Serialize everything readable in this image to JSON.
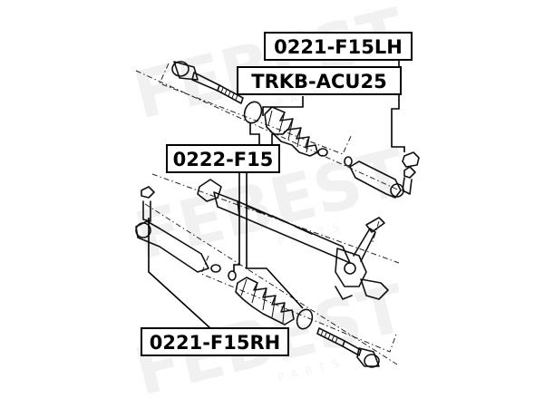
{
  "watermark": {
    "brand": "FEBEST",
    "sub": "PARTS"
  },
  "labels": {
    "tie_rod_end_lh": "0221-F15LH",
    "rack_boot_kit": "TRKB-ACU25",
    "tie_rod_end_rh": "0221-F15RH",
    "tie_rod": "0222-F15"
  },
  "colors": {
    "line": "#111111",
    "watermark": "#f1f1f1",
    "background": "#ffffff"
  }
}
